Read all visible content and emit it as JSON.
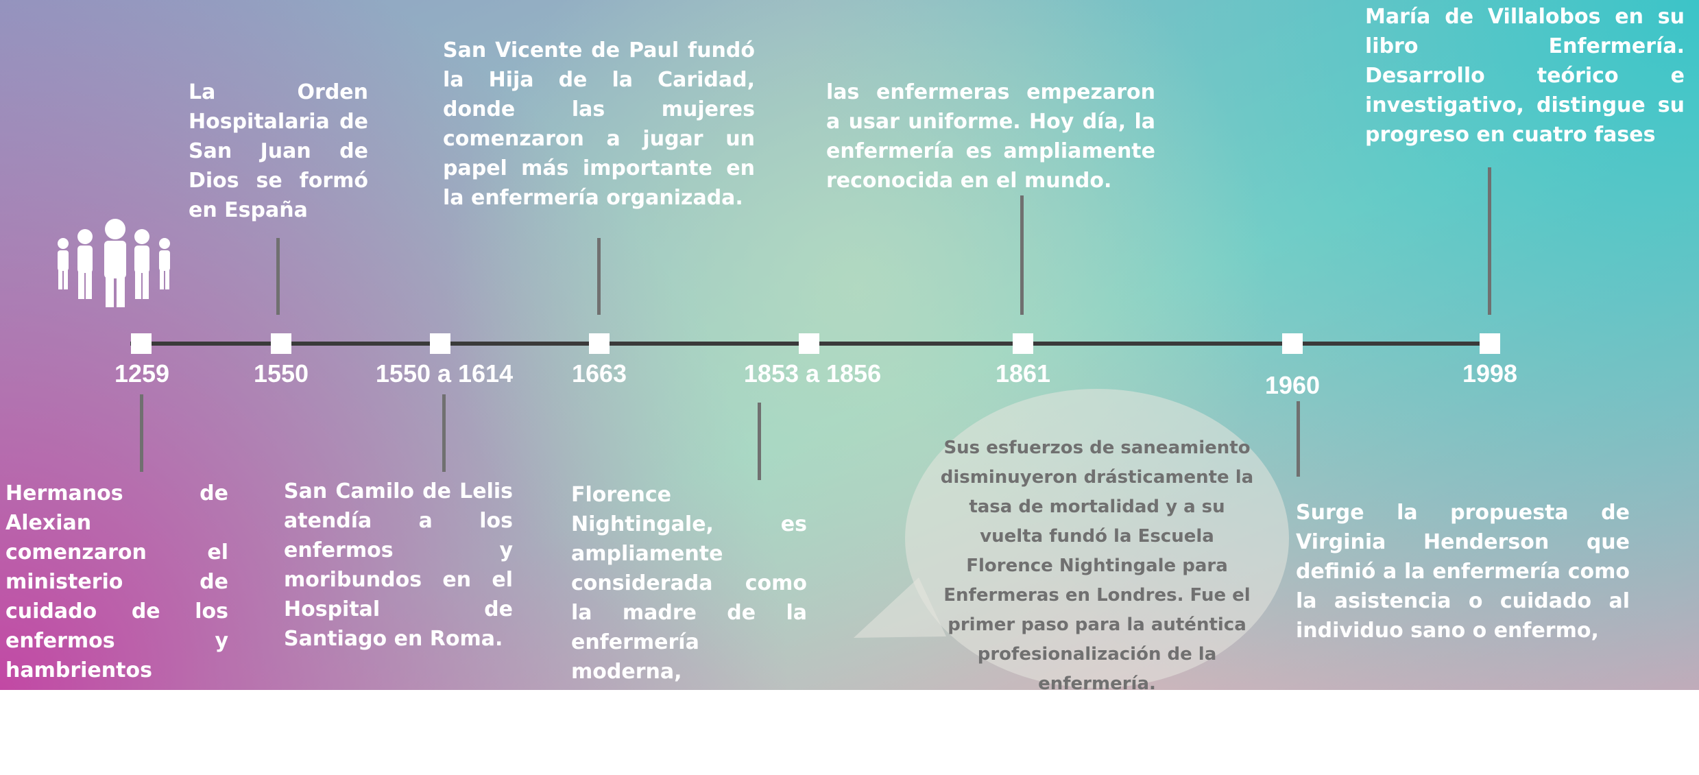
{
  "timeline": {
    "events": [
      {
        "year": "1259",
        "text": "Hermanos de Alexian comenzaron el ministerio de cuidado de los enfermos y hambrientos"
      },
      {
        "year": "1550",
        "text": "La Orden Hospitalaria de San Juan de Dios se formó en España"
      },
      {
        "year": "1550 a 1614",
        "text": "San Camilo de Lelis atendía a los enfermos y moribundos en el Hospital de Santiago en Roma."
      },
      {
        "year": "1663",
        "text": "San Vicente de Paul fundó la Hija de la Caridad, donde las mujeres comenzaron a jugar un papel más importante en la enfermería organizada."
      },
      {
        "year": "1853 a 1856",
        "text": "Florence Nightingale, es ampliamente considerada como la madre de la enfermería moderna, destacando por sus servicios en la guerra de Crimea"
      },
      {
        "year": "1861",
        "text": "las enfermeras empezaron a usar uniforme. Hoy día, la enfermería es ampliamente reconocida en el mundo."
      },
      {
        "year": "1960",
        "text": "Surge la propuesta de Virginia Henderson que definió a la enfermería como la asistencia o cuidado al individuo sano o enfermo,"
      },
      {
        "year": "1998",
        "text": "María de Villalobos en su libro Enfermería. Desarrollo teórico e investigativo, distingue su progreso en cuatro fases"
      }
    ],
    "bubble_text": "Sus esfuerzos de saneamiento disminuyeron drásticamente la tasa de mortalidad y a su vuelta fundó la Escuela Florence Nightingale para Enfermeras en Londres. Fue el primer paso para la auténtica profesionalización de la enfermería."
  },
  "icons": {
    "people": "people-group-icon"
  },
  "colors": {
    "bg_top_left": "#8f9fc0",
    "bg_top_right": "#4ec8c8",
    "bg_center": "#a4d8c2",
    "bg_bottom_left": "#c85aa8",
    "bg_bottom_right": "#e8a0b0",
    "axis": "#3a3a3a",
    "connector": "#707070",
    "marker": "#ffffff",
    "text": "#ffffff",
    "bubble": "#e4e4dc",
    "bubble_text": "#707070"
  }
}
